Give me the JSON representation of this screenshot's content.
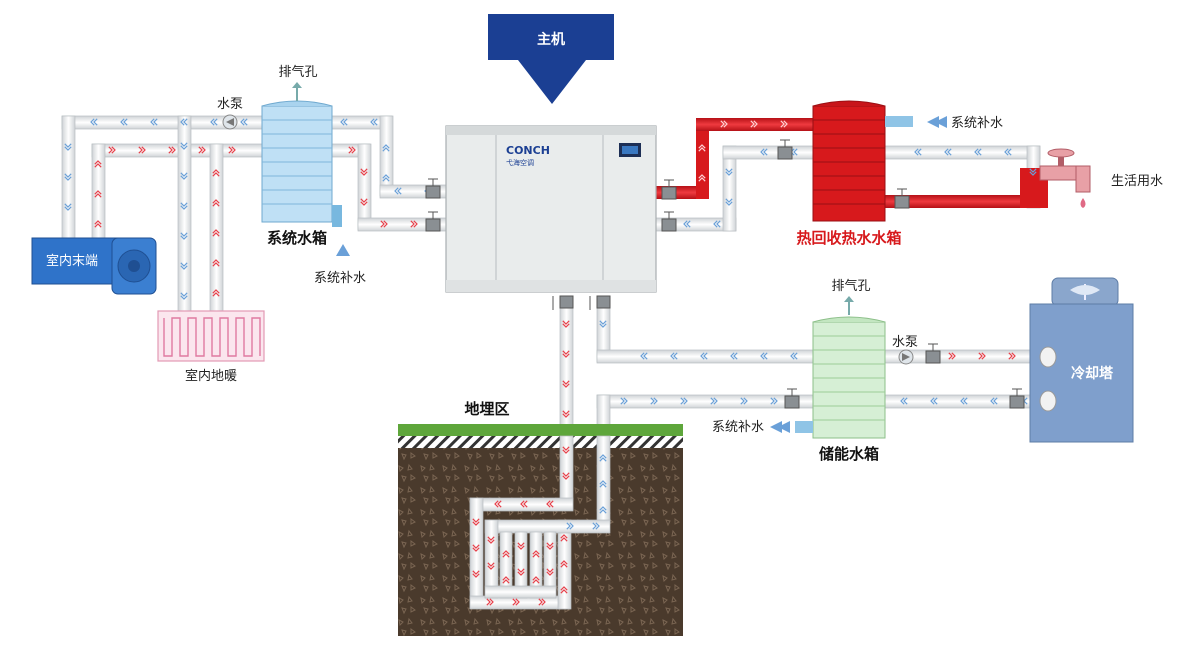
{
  "labels": {
    "main_unit": "主机",
    "vent_hole_left": "排气孔",
    "pump_left": "水泵",
    "system_tank": "系统水箱",
    "makeup_left": "系统补水",
    "indoor_terminal": "室内末端",
    "floor_heating": "室内地暖",
    "brand_name": "CONCH",
    "brand_cn": "弋海空调",
    "makeup_right_top": "系统补水",
    "heat_recovery_tank": "热回收热水水箱",
    "domestic_water": "生活用水",
    "vent_hole_right": "排气孔",
    "pump_right": "水泵",
    "cooling_tower": "冷却塔",
    "makeup_bottom": "系统补水",
    "storage_tank": "储能水箱",
    "buried_zone": "地埋区"
  },
  "colors": {
    "main_unit_arrow": "#1b3f93",
    "system_tank": "#bfe0f5",
    "heat_tank": "#d7191c",
    "storage_tank": "#d6efd5",
    "cooling_tower": "#7f9fcc",
    "indoor_terminal": "#2f73c9",
    "soil": "#4a3a2c",
    "grass": "#5ea63b",
    "hot_arrow": "#e8404a",
    "cold_arrow": "#6aa0d8"
  }
}
